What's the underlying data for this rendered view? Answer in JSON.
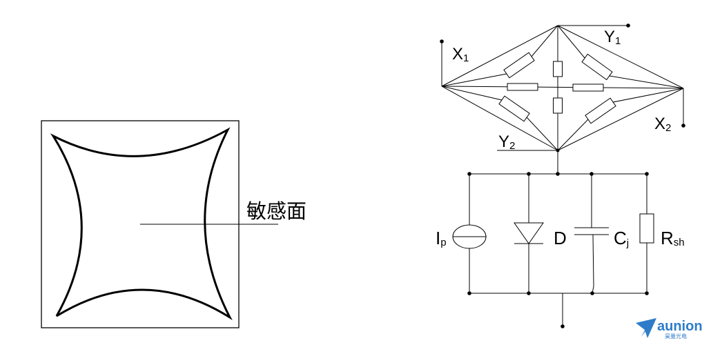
{
  "sensitive_area_label": "敏感面",
  "electrodes": {
    "x1": {
      "main": "X",
      "sub": "1"
    },
    "x2": {
      "main": "X",
      "sub": "2"
    },
    "y1": {
      "main": "Y",
      "sub": "1"
    },
    "y2": {
      "main": "Y",
      "sub": "2"
    }
  },
  "components": {
    "current_source": {
      "main": "I",
      "sub": "p"
    },
    "diode": {
      "main": "D"
    },
    "capacitor": {
      "main": "C",
      "sub": "j"
    },
    "shunt_resistor": {
      "main": "R",
      "sub": "sh"
    }
  },
  "logo": {
    "name": "aunion",
    "chinese": "昊量光电",
    "icon": "paper-plane-icon"
  },
  "colors": {
    "line": "#000000",
    "logo": "#2e7cc9",
    "background": "#ffffff"
  }
}
